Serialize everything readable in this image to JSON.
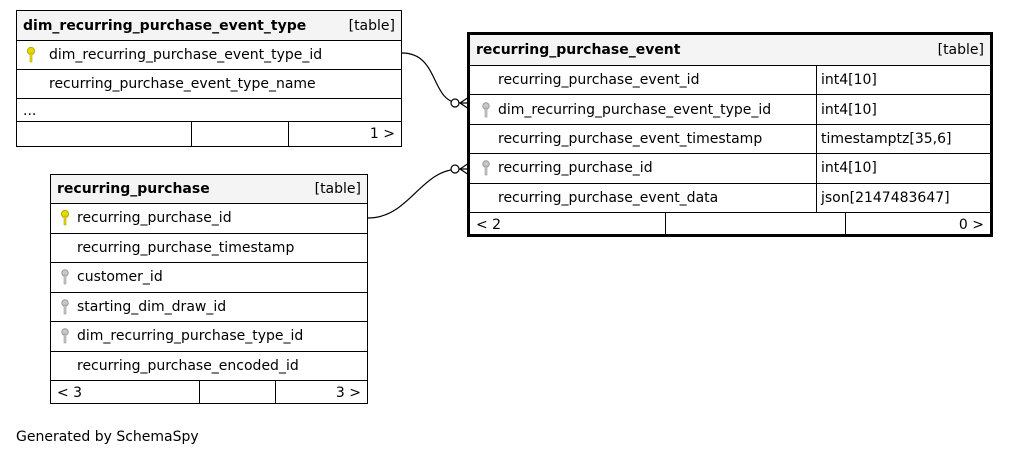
{
  "tables": {
    "dim_type": {
      "name": "dim_recurring_purchase_event_type",
      "tag": "[table]",
      "rows": [
        {
          "col": "dim_recurring_purchase_event_type_id",
          "key": "primary"
        },
        {
          "col": "recurring_purchase_event_type_name",
          "key": "none"
        }
      ],
      "ellipsis": "...",
      "foot": [
        "",
        "",
        "1 >"
      ]
    },
    "purchase": {
      "name": "recurring_purchase",
      "tag": "[table]",
      "rows": [
        {
          "col": "recurring_purchase_id",
          "key": "primary"
        },
        {
          "col": "recurring_purchase_timestamp",
          "key": "none"
        },
        {
          "col": "customer_id",
          "key": "foreign"
        },
        {
          "col": "starting_dim_draw_id",
          "key": "foreign"
        },
        {
          "col": "dim_recurring_purchase_type_id",
          "key": "foreign"
        },
        {
          "col": "recurring_purchase_encoded_id",
          "key": "none"
        }
      ],
      "foot": [
        "< 3",
        "",
        "3 >"
      ]
    },
    "event": {
      "name": "recurring_purchase_event",
      "tag": "[table]",
      "rows": [
        {
          "col": "recurring_purchase_event_id",
          "type": "int4[10]",
          "key": "none"
        },
        {
          "col": "dim_recurring_purchase_event_type_id",
          "type": "int4[10]",
          "key": "foreign"
        },
        {
          "col": "recurring_purchase_event_timestamp",
          "type": "timestamptz[35,6]",
          "key": "none"
        },
        {
          "col": "recurring_purchase_id",
          "type": "int4[10]",
          "key": "foreign"
        },
        {
          "col": "recurring_purchase_event_data",
          "type": "json[2147483647]",
          "key": "none"
        }
      ],
      "foot": [
        "< 2",
        "",
        "0 >"
      ]
    }
  },
  "footer": "Generated by SchemaSpy",
  "colors": {
    "primary_key": "#e6d800",
    "foreign_key": "#9a9a9a",
    "header_bg": "#f4f4f4"
  }
}
